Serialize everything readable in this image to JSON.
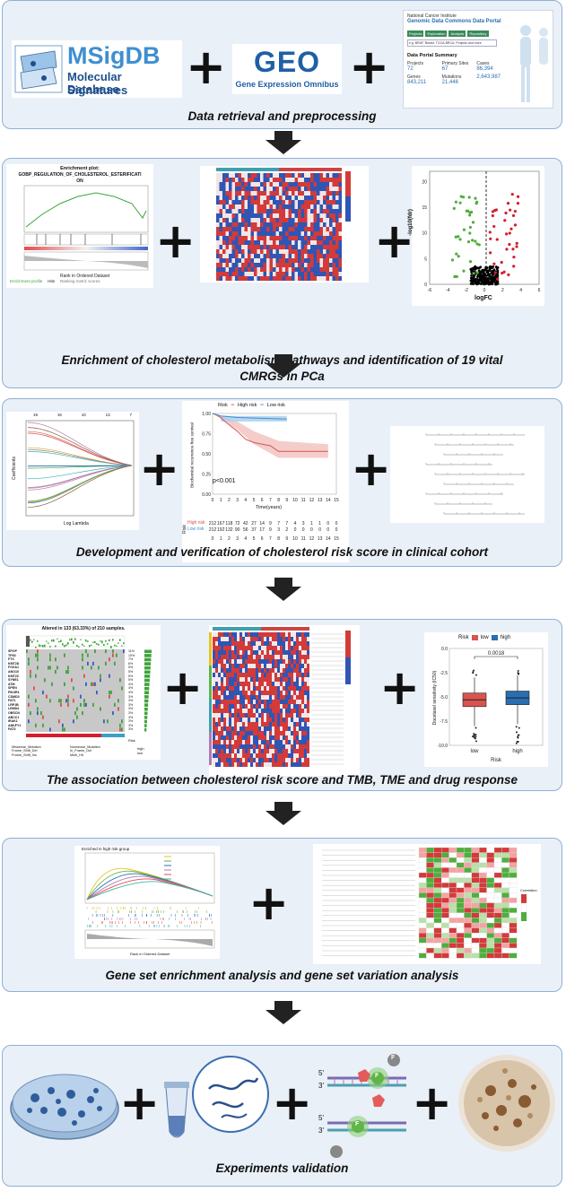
{
  "panel1": {
    "caption": "Data retrieval and preprocessing",
    "msigdb": {
      "title": "MSigDB",
      "line1": "Molecular Signatures",
      "line2": "Database"
    },
    "geo": {
      "logo": "GEO",
      "sub": "Gene Expression Omnibus"
    },
    "gdc": {
      "header_small": "National Cancer Institute",
      "header_title": "Genomic Data Commons Data Portal",
      "tabs": [
        "Projects",
        "Exploration",
        "Analysis",
        "Repository"
      ],
      "search_placeholder": "e.g. BRAF, Breast, TCGA-BRCA, Projects and more",
      "summary_title": "Data Portal Summary",
      "stats": [
        {
          "label": "Projects",
          "value": "72"
        },
        {
          "label": "Primary Sites",
          "value": "67"
        },
        {
          "label": "Cases",
          "value": "86,394"
        },
        {
          "label": "Genes",
          "value": "843,211"
        },
        {
          "label": "Mutations",
          "value": "21,446"
        },
        {
          "label": "",
          "value": "2,643,987"
        }
      ]
    }
  },
  "panel2": {
    "caption1": "Enrichment of cholesterol metabolism pathways and identification of 19 vital",
    "caption2": "CMRGs in PCa",
    "gsea": {
      "title1": "Enrichment plot:",
      "title2": "GOBP_REGULATION_OF_CHOLESTEROL_ESTERIFICATI",
      "title3": "ON",
      "xlabel": "Rank in Ordered Dataset",
      "legend": [
        "Enrichment profile",
        "Hits",
        "Ranking metric scores"
      ]
    },
    "volcano": {
      "xlabel": "logFC",
      "ylabel": "-log10(fdr)",
      "xticks": [
        "-6",
        "-4",
        "-2",
        "0",
        "2",
        "4",
        "6"
      ],
      "yticks": [
        "0",
        "5",
        "10",
        "15",
        "20"
      ]
    }
  },
  "panel3": {
    "caption": "Development and verification of cholesterol risk score in clinical cohort",
    "lasso": {
      "xlabel": "Log Lambda",
      "ylabel": "Coefficients",
      "top_ticks": [
        "19",
        "16",
        "10",
        "13",
        "7"
      ]
    },
    "km": {
      "legend_title": "Risk",
      "legend": [
        "High risk",
        "Low risk"
      ],
      "ylabel": "Biochemical recurrence-free survival",
      "pvalue": "p<0.001",
      "xlabel": "Time(years)",
      "yticks": [
        "1.00",
        "0.75",
        "0.50",
        "0.25",
        "0.00"
      ],
      "xticks": [
        "0",
        "1",
        "2",
        "3",
        "4",
        "5",
        "6",
        "7",
        "8",
        "9",
        "10",
        "11",
        "12",
        "13",
        "14",
        "15"
      ],
      "table_label": "Risk",
      "row_high_label": "High risk",
      "row_low_label": "Low risk",
      "row_high": [
        "212",
        "167",
        "118",
        "72",
        "42",
        "27",
        "14",
        "9",
        "7",
        "7",
        "4",
        "3",
        "1",
        "1",
        "0",
        "0"
      ],
      "row_low": [
        "212",
        "192",
        "132",
        "90",
        "56",
        "37",
        "17",
        "9",
        "3",
        "2",
        "0",
        "0",
        "0",
        "0",
        "0",
        "0"
      ]
    }
  },
  "panel4": {
    "caption": "The association between cholesterol risk score and TMB, TME and drug response",
    "oncoplot": {
      "title": "Altered in 133 (63.33%) of 210 samples.",
      "genes": [
        "SPOP",
        "TP53",
        "FTX",
        "KMT2D",
        "FOXA1",
        "ANO10",
        "KMT2C",
        "SYNE1",
        "ATM",
        "SPEN",
        "PIK3R1",
        "CSMD3",
        "FAT1",
        "LRP1B",
        "LEMD4",
        "OBSCN",
        "ABCC1",
        "IRAK1",
        "ANKFY1",
        "FAT3"
      ],
      "pcts": [
        "11%",
        "10%",
        "7%",
        "6%",
        "5%",
        "5%",
        "5%",
        "5%",
        "4%",
        "4%",
        "4%",
        "3%",
        "3%",
        "3%",
        "3%",
        "3%",
        "3%",
        "3%",
        "3%",
        "3%"
      ],
      "legend": [
        "Missense_Mutation",
        "Nonsense_Mutation",
        "Frame_Shift_Del",
        "In_Frame_Del",
        "Frame_Shift_Ins",
        "Multi_Hit"
      ],
      "risk_label": "Risk",
      "risk_levels": [
        "high",
        "low"
      ]
    },
    "boxplot": {
      "legend_title": "Risk",
      "legend": [
        "low",
        "high"
      ],
      "pvalue": "0.0018",
      "ylabel": "Docetaxel sensitivity (IC50)",
      "xlabel": "Risk",
      "categories": [
        "low",
        "high"
      ],
      "yticks": [
        "0.0",
        "-2.5",
        "-5.0",
        "-7.5",
        "-10.0"
      ]
    }
  },
  "panel5": {
    "caption": "Gene set enrichment analysis and gene set variation analysis",
    "gsea_title": "Enriched in high risk group",
    "gsea_xlabel": "Rank in Ordered Dataset",
    "heatmap_legend_title": "Correlation"
  },
  "panel6": {
    "caption": "Experiments validation",
    "labels": [
      "5'",
      "3'",
      "5'",
      "3'",
      "F",
      "F",
      "F"
    ]
  },
  "colors": {
    "panel_bg": "#e9f0f8",
    "panel_border": "#8fb0d6",
    "high": "#d9534f",
    "low": "#3f8fd0",
    "accent_green": "#5fb548"
  }
}
